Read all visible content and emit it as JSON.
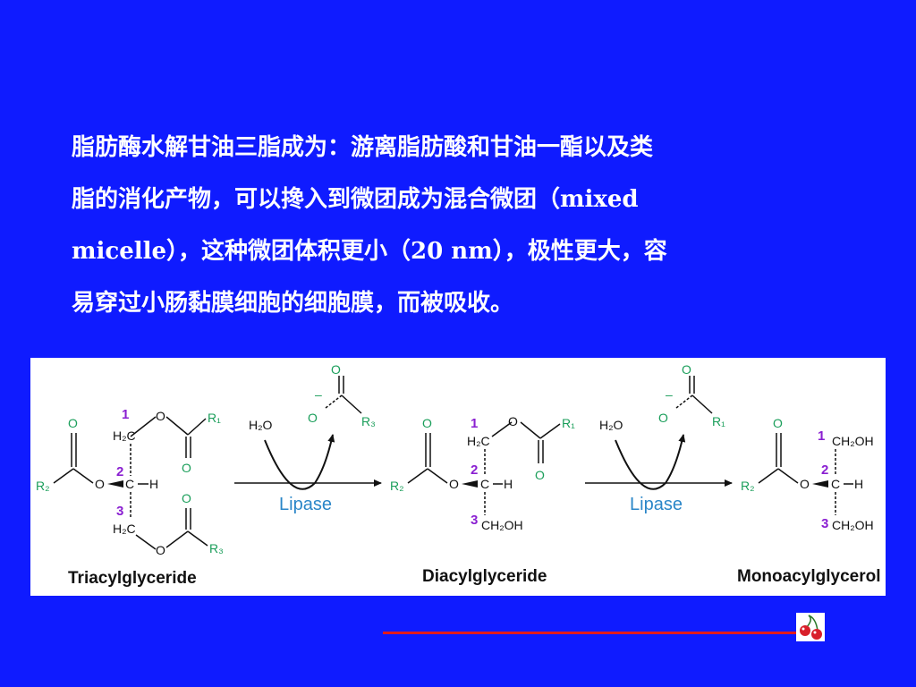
{
  "paragraph": {
    "lines": [
      "脂肪酶水解甘油三脂成为：游离脂肪酸和甘油一酯以及类",
      "脂的消化产物，可以搀入到微团成为混合微团（mixed",
      "micelle），这种微团体积更小（20 nm），极性更大，容",
      "易穿过小肠黏膜细胞的细胞膜，而被吸收。"
    ]
  },
  "diagram": {
    "labels": {
      "triacylglyceride": "Triacylglyceride",
      "diacylglyceride": "Diacylglyceride",
      "monoacylglycerol": "Monoacylglycerol",
      "lipase": "Lipase",
      "water": "H₂O",
      "o": "O",
      "minus": "–",
      "h2c": "H₂C",
      "c": "C",
      "h": "H",
      "ch2oh": "CH₂OH",
      "r1": "R₁",
      "r2": "R₂",
      "r3": "R₃",
      "n1": "1",
      "n2": "2",
      "n3": "3"
    },
    "colors": {
      "green": "#1a9e5a",
      "purple": "#8a1fd1",
      "lipase_blue": "#2a86c8",
      "black": "#111111"
    }
  },
  "footer": {
    "line_color": "#e21b1b",
    "logo_icon": "cherries-icon"
  }
}
